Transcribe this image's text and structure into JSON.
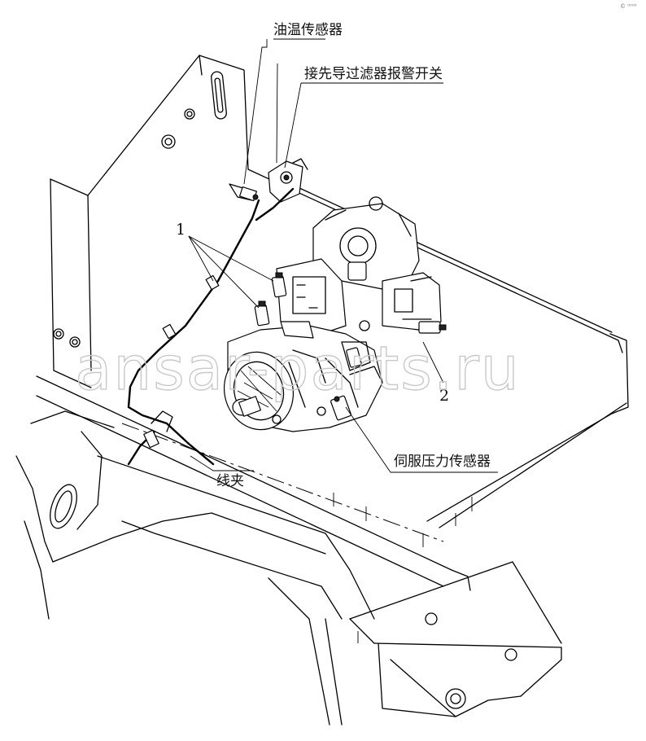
{
  "labels": {
    "oil_temp_sensor": "油温传感器",
    "filter_alarm_switch": "接先导过滤器报警开关",
    "servo_pressure_sensor": "伺服压力传感器",
    "wire_clamp": "线夹",
    "callout_1": "1",
    "callout_2": "2"
  },
  "watermark": "ansar-parts.ru",
  "corner_mark": "© ⁰⁰⁰⁰"
}
